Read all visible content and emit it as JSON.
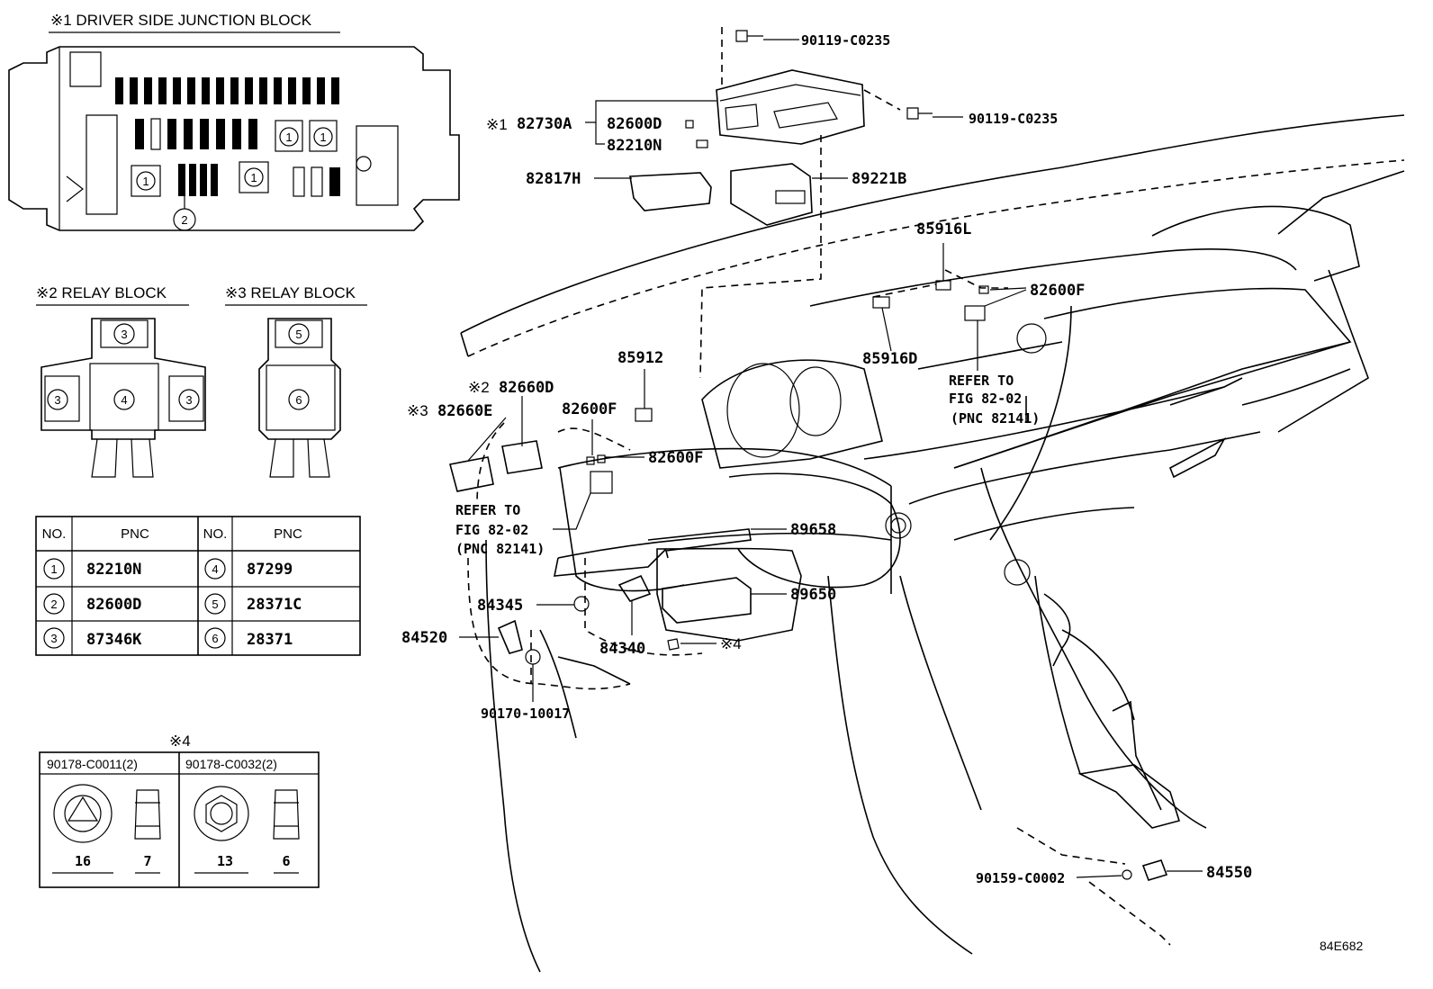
{
  "sections": {
    "junction": "※1 DRIVER SIDE JUNCTION BLOCK",
    "relay2": "※2 RELAY BLOCK",
    "relay3": "※3 RELAY BLOCK"
  },
  "markers": {
    "c1": "1",
    "c2": "2",
    "c3": "3",
    "c4": "4",
    "c5": "5",
    "c6": "6"
  },
  "table": {
    "headers": [
      "NO.",
      "PNC",
      "NO.",
      "PNC"
    ],
    "rows": [
      {
        "n1": "1",
        "p1": "82210N",
        "n2": "4",
        "p2": "87299"
      },
      {
        "n1": "2",
        "p1": "82600D",
        "n2": "5",
        "p2": "28371C"
      },
      {
        "n1": "3",
        "p1": "87346K",
        "n2": "6",
        "p2": "28371"
      }
    ]
  },
  "nut_table": {
    "ref": "※4",
    "h1": "90178-C0011(2)",
    "h2": "90178-C0032(2)",
    "dims": [
      "16",
      "7",
      "13",
      "6"
    ]
  },
  "parts": {
    "p90119a": "90119-C0235",
    "p90119b": "90119-C0235",
    "ref1": "※1",
    "p82730A": "82730A",
    "p82600D": "82600D",
    "p82210N": "82210N",
    "p82817H": "82817H",
    "p89221B": "89221B",
    "p85916L": "85916L",
    "p82600F_a": "82600F",
    "p85916D": "85916D",
    "refer_a1": "REFER TO",
    "refer_a2": "FIG 82-02",
    "refer_a3": "(PNC 82141)",
    "p85912": "85912",
    "ref2": "※2",
    "p82660D": "82660D",
    "ref3": "※3",
    "p82660E": "82660E",
    "p82600F_b": "82600F",
    "p82600F_c": "82600F",
    "refer_b1": "REFER TO",
    "refer_b2": "FIG 82-02",
    "refer_b3": "(PNC 82141)",
    "p89658": "89658",
    "p84345": "84345",
    "p89650": "89650",
    "p84520": "84520",
    "p84340": "84340",
    "ref4": "※4",
    "p90170": "90170-10017",
    "p90159": "90159-C0002",
    "p84550": "84550"
  },
  "figure_id": "84E682"
}
